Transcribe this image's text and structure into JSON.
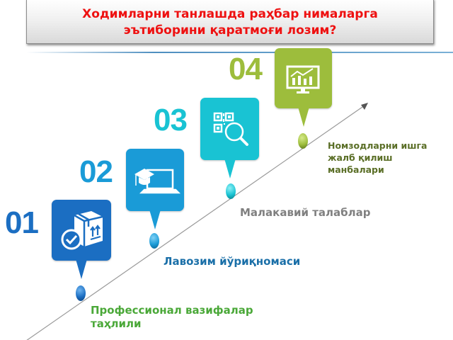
{
  "title": {
    "line1": "Ходимларни танлашда раҳбар нималарга",
    "line2": "эътиборини қаратмоғи лозим?"
  },
  "steps": [
    {
      "number": "01",
      "icon": "box-check-icon",
      "label_line1": "Профессионал вазифалар",
      "label_line2": "таҳлили",
      "color": "#1b6ec2",
      "label_color": "#4aa838"
    },
    {
      "number": "02",
      "icon": "graduation-laptop-icon",
      "label_line1": "Лавозим йўриқномаси",
      "label_line2": "",
      "color": "#1a9bd7",
      "label_color": "#1a6fa8"
    },
    {
      "number": "03",
      "icon": "qr-search-icon",
      "label_line1": "Малакавий талаблар",
      "label_line2": "",
      "color": "#19c3d3",
      "label_color": "#808080"
    },
    {
      "number": "04",
      "icon": "monitor-chart-icon",
      "label_line1": "Номзодларни ишга",
      "label_line2": "жалб қилиш",
      "label_line3": "манбалари",
      "color": "#9dbd3c",
      "label_color": "#5a6e26"
    }
  ],
  "colors": {
    "title_text": "#ee1111",
    "arrow_line": "#9a9a9a"
  }
}
